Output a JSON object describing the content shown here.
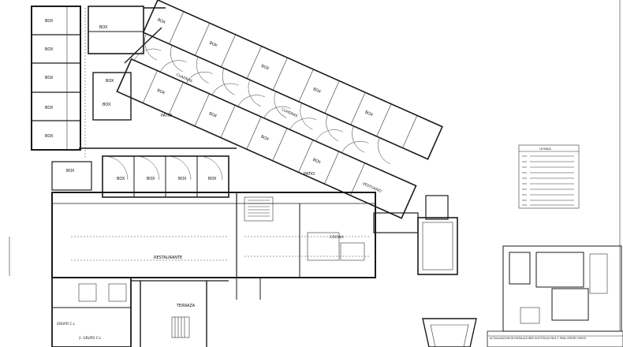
{
  "rooms": {
    "box": "BOX",
    "patio": "PATIO",
    "cuadras": "CUADRAS",
    "vestuario": "VESTUARIO",
    "restaurante": "RESTAURANTE",
    "terraza": "TERRAZA",
    "cocina": "COCINA",
    "grupo_cl_1": "GRUPO C.L",
    "grupo_cl_2": "2. GRUPO C.L"
  },
  "title_block": {
    "title": "ACTUALIZACION DE INSTALACIONES ELECTRICAS EN B.T. PARA CENTRO HIPICO"
  },
  "legend": {
    "header": "LEYENDA"
  }
}
